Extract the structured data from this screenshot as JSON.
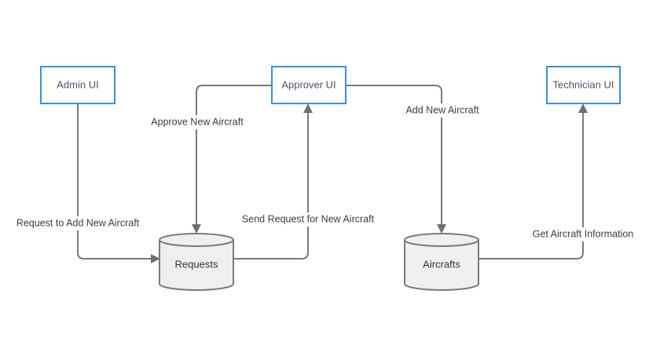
{
  "nodes": {
    "admin_ui": "Admin UI",
    "approver_ui": "Approver UI",
    "technician_ui": "Technician UI"
  },
  "stores": {
    "requests": "Requests",
    "aircrafts": "Aircrafts"
  },
  "edges": {
    "request_to_add": "Request to Add New Aircraft",
    "approve_new": "Approve New Aircraft",
    "send_request": "Send Request for New Aircraft",
    "add_new": "Add New Aircraft",
    "get_info": "Get Aircraft Information"
  },
  "colors": {
    "node_border": "#3d8fd8",
    "edge": "#7a7a7a",
    "store_fill": "#efefef"
  }
}
